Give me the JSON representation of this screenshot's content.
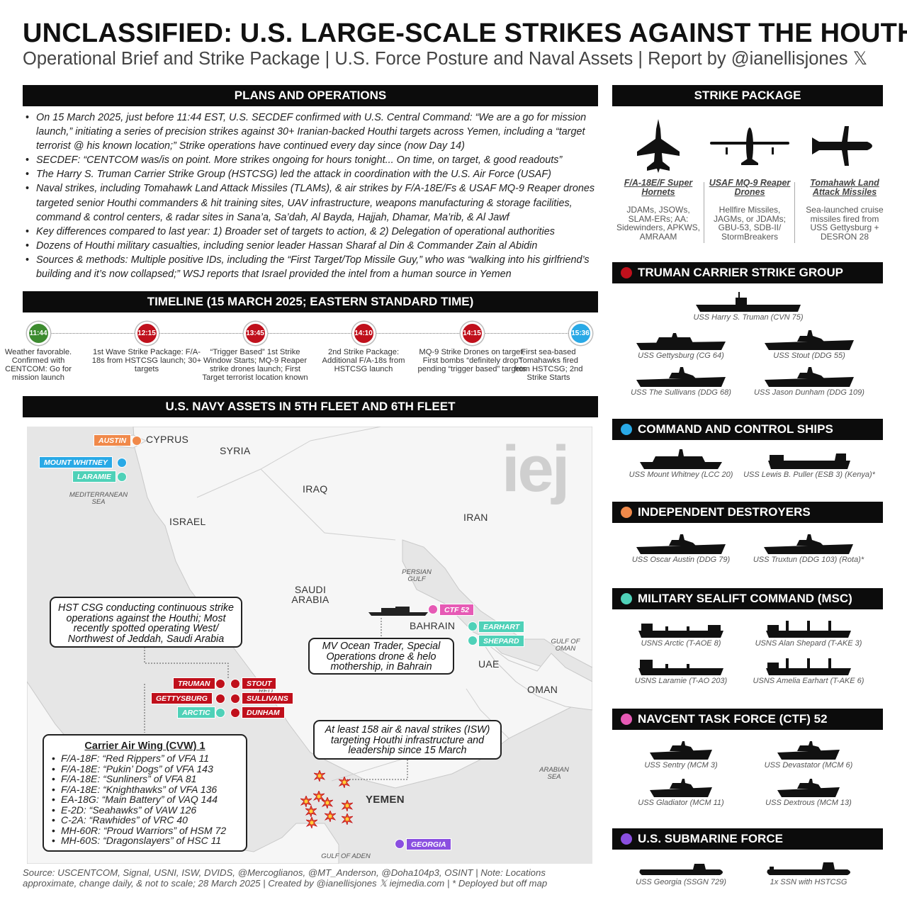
{
  "header": {
    "title": "UNCLASSIFIED: U.S. LARGE-SCALE STRIKES AGAINST THE HOUTHI",
    "subtitle": "Operational Brief and Strike Package | U.S. Force Posture and Naval Assets | Report by @ianellisjones 𝕏"
  },
  "plans": {
    "heading": "PLANS AND OPERATIONS",
    "bullets": [
      "On 15 March 2025, just before 11:44 EST, U.S. SECDEF confirmed with U.S. Central Command: “We are a go for mission launch,” initiating a series of precision strikes against 30+ Iranian-backed Houthi targets across Yemen, including a “target terrorist @ his known location;” Strike operations have continued every day since (now Day 14)",
      "SECDEF: “CENTCOM was/is on point. More strikes ongoing for hours tonight... On time, on target, & good readouts”",
      "The Harry S. Truman Carrier Strike Group (HSTCSG) led the attack in coordination with the U.S. Air Force (USAF)",
      "Naval strikes, including Tomahawk Land Attack Missiles (TLAMs), & air strikes by F/A-18E/Fs & USAF MQ-9 Reaper drones targeted senior Houthi commanders & hit training sites, UAV infrastructure, weapons manufacturing & storage facilities, command & control centers, & radar sites in Sana’a, Sa’dah, Al Bayda, Hajjah, Dhamar, Ma’rib, & Al Jawf",
      "Key differences compared to last year: 1) Broader set of targets to action, & 2) Delegation of operational authorities",
      "Dozens of Houthi military casualties, including senior leader Hassan Sharaf al Din & Commander Zain al Abidin",
      "Sources & methods: Multiple positive IDs, including the “First Target/Top Missile Guy,” who was “walking into his girlfriend’s building and it’s now collapsed;” WSJ reports that Israel provided the intel from a human source in Yemen"
    ]
  },
  "timeline": {
    "heading": "TIMELINE (15 MARCH 2025; EASTERN STANDARD TIME)",
    "events": [
      {
        "time": "11:44",
        "color": "#3d8b2f",
        "text": "Weather favorable. Confirmed with CENTCOM: Go for mission launch"
      },
      {
        "time": "12:15",
        "color": "#c0101c",
        "text": "1st Wave Strike Package: F/A-18s from HSTCSG launch; 30+ targets"
      },
      {
        "time": "13:45",
        "color": "#c0101c",
        "text": "“Trigger Based” 1st Strike Window Starts; MQ-9 Reaper strike drones launch; First Target terrorist location known"
      },
      {
        "time": "14:10",
        "color": "#c0101c",
        "text": "2nd Strike Package: Additional F/A-18s from HSTCSG launch"
      },
      {
        "time": "14:15",
        "color": "#c0101c",
        "text": "MQ-9 Strike Drones on target; First bombs “definitely drop” pending “trigger based” targets"
      },
      {
        "time": "15:36",
        "color": "#29a9e6",
        "text": "First sea-based Tomahawks fired from HSTCSG; 2nd Strike Starts"
      }
    ]
  },
  "map": {
    "heading": "U.S. NAVY ASSETS IN 5TH FLEET AND 6TH FLEET",
    "watermark": "iej",
    "countries": [
      "CYPRUS",
      "SYRIA",
      "IRAQ",
      "ISRAEL",
      "IRAN",
      "SAUDI ARABIA",
      "BAHRAIN",
      "UAE",
      "OMAN",
      "YEMEN"
    ],
    "seas": [
      "MEDITERRANEAN SEA",
      "PERSIAN GULF",
      "GULF OF OMAN",
      "RED SEA",
      "ARABIAN SEA",
      "GULF OF ADEN"
    ],
    "tags": {
      "austin": "AUSTIN",
      "mount_whitney": "MOUNT WHITNEY",
      "laramie": "LARAMIE",
      "ctf52": "CTF 52",
      "earhart": "EARHART",
      "shepard": "SHEPARD",
      "truman": "TRUMAN",
      "stout": "STOUT",
      "gettysburg": "GETTYSBURG",
      "sullivans": "SULLIVANS",
      "arctic": "ARCTIC",
      "dunham": "DUNHAM",
      "georgia": "GEORGIA"
    },
    "callouts": {
      "hst": "HST CSG conducting continuous strike operations against the Houthi; Most recently spotted operating West/ Northwest of Jeddah, Saudi Arabia",
      "ocean_trader": "MV Ocean Trader, Special Operations drone & helo mothership, in Bahrain",
      "strikes": "At least 158 air & naval strikes (ISW) targeting Houthi infrastructure and leadership since 15 March"
    },
    "cvw": {
      "title": "Carrier Air Wing (CVW) 1",
      "items": [
        "F/A-18F: “Red Rippers” of VFA 11",
        "F/A-18E: “Pukin’ Dogs” of VFA 143",
        "F/A-18E: “Sunliners” of VFA 81",
        "F/A-18E: “Knighthawks” of VFA 136",
        "EA-18G: “Main Battery” of VAQ 144",
        "E-2D: “Seahawks” of VAW 126",
        "C-2A: “Rawhides” of VRC 40",
        "MH-60R: “Proud Warriors” of HSM 72",
        "MH-60S: “Dragonslayers” of HSC 11"
      ]
    }
  },
  "source": "Source: USCENTCOM, Signal, USNI, ISW, DVIDS, @Mercoglianos, @MT_Anderson, @Doha104p3, OSINT | Note: Locations approximate, change daily, & not to scale; 28 March 2025 | Created by @ianellisjones 𝕏 iejmedia.com | * Deployed but off map",
  "strike_package": {
    "heading": "STRIKE PACKAGE",
    "items": [
      {
        "name": "F/A-18E/F Super Hornets",
        "desc": "JDAMs, JSOWs, SLAM-ERs; AA: Sidewinders, APKWS, AMRAAM"
      },
      {
        "name": "USAF MQ-9 Reaper Drones",
        "desc": "Hellfire Missiles, JAGMs, or JDAMs; GBU-53, SDB-II/ StormBreakers"
      },
      {
        "name": "Tomahawk Land Attack Missiles",
        "desc": "Sea-launched cruise missiles fired from USS Gettysburg + DESRON 28"
      }
    ]
  },
  "groups": {
    "truman": {
      "heading": "TRUMAN CARRIER STRIKE GROUP",
      "color": "#c0101c",
      "ships": [
        "USS Harry S. Truman (CVN 75)",
        "USS Gettysburg (CG 64)",
        "USS Stout (DDG 55)",
        "USS The Sullivans (DDG 68)",
        "USS Jason Dunham (DDG 109)"
      ]
    },
    "c2": {
      "heading": "COMMAND AND CONTROL SHIPS",
      "color": "#29a9e6",
      "ships": [
        "USS Mount Whitney (LCC 20)",
        "USS Lewis B. Puller (ESB 3) (Kenya)*"
      ]
    },
    "destroyers": {
      "heading": "INDEPENDENT DESTROYERS",
      "color": "#f0894a",
      "ships": [
        "USS Oscar Austin (DDG 79)",
        "USS Truxtun (DDG 103) (Rota)*"
      ]
    },
    "msc": {
      "heading": "MILITARY SEALIFT COMMAND (MSC)",
      "color": "#4fd1b8",
      "ships": [
        "USNS Arctic (T-AOE 8)",
        "USNS Alan Shepard (T-AKE 3)",
        "USNS Laramie (T-AO 203)",
        "USNS Amelia Earhart (T-AKE 6)"
      ]
    },
    "ctf52": {
      "heading": "NAVCENT TASK FORCE (CTF) 52",
      "color": "#e65ab5",
      "ships": [
        "USS Sentry (MCM 3)",
        "USS Devastator (MCM 6)",
        "USS Gladiator (MCM 11)",
        "USS Dextrous (MCM 13)"
      ]
    },
    "subs": {
      "heading": "U.S. SUBMARINE FORCE",
      "color": "#8a4fe0",
      "ships": [
        "USS Georgia (SSGN 729)",
        "1x SSN with HSTCSG"
      ]
    }
  }
}
